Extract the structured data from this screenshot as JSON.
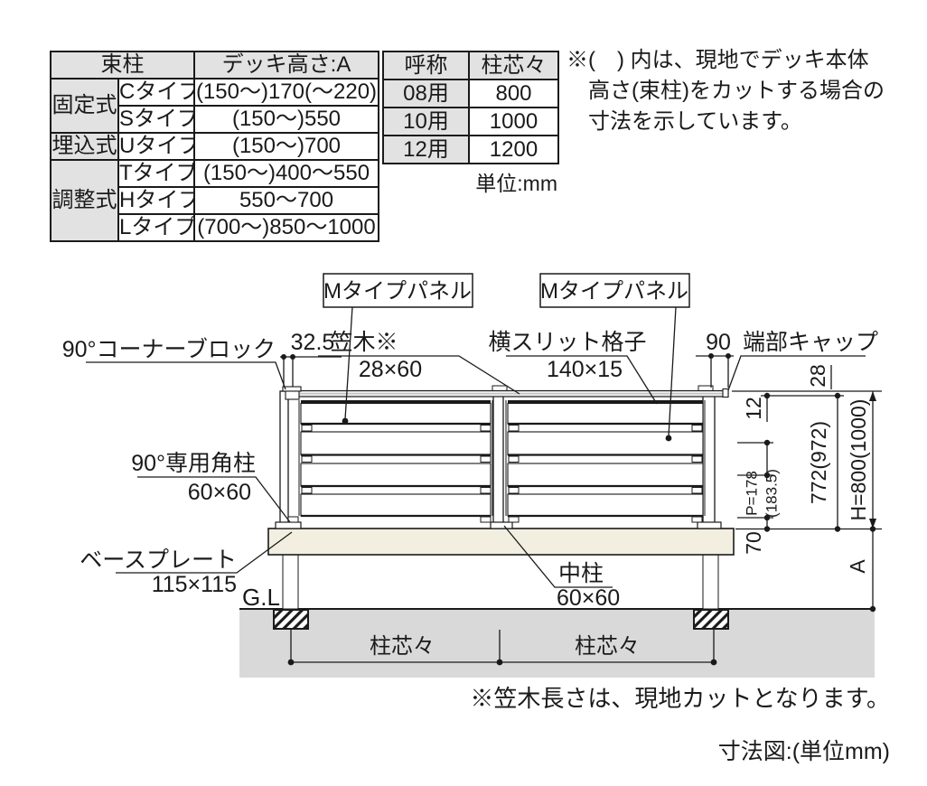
{
  "colors": {
    "line": "#1a1a1a",
    "table_header_bg": "#e2e2e2",
    "deck_fill": "#f2efe0",
    "ground_fill": "#d9d9d9"
  },
  "tables": {
    "post_table": {
      "header": {
        "col_group": "束柱",
        "col_value": "デッキ高さ:A"
      },
      "rows": [
        {
          "group": "固定式",
          "type": "Cタイプ",
          "value": "(150〜)170(〜220)"
        },
        {
          "type": "Sタイプ",
          "value": "(150〜)550"
        },
        {
          "group": "埋込式",
          "type": "Uタイプ",
          "value": "(150〜)700"
        },
        {
          "group": "調整式",
          "type": "Tタイプ",
          "value": "(150〜)400〜550"
        },
        {
          "type": "Hタイプ",
          "value": "550〜700"
        },
        {
          "type": "Lタイプ",
          "value": "(700〜)850〜1000"
        }
      ]
    },
    "pitch_table": {
      "header": {
        "col_name": "呼称",
        "col_value": "柱芯々"
      },
      "rows": [
        {
          "name": "08用",
          "value": "800"
        },
        {
          "name": "10用",
          "value": "1000"
        },
        {
          "name": "12用",
          "value": "1200"
        }
      ],
      "unit_note": "単位:mm"
    }
  },
  "top_note": {
    "line1": "※(　) 内は、現地でデッキ本体",
    "line2": "高さ(束柱)をカットする場合の",
    "line3": "寸法を示しています。"
  },
  "diagram": {
    "panel_label_1": "Mタイプパネル",
    "panel_label_2": "Mタイプパネル",
    "corner_block_label": "90°コーナーブロック",
    "dim_32_5": "32.5",
    "kasagi_label": "笠木※",
    "kasagi_size": "28×60",
    "yoko_label": "横スリット格子",
    "yoko_size": "140×15",
    "dim_90": "90",
    "end_cap_label": "端部キャップ",
    "dim_28": "28",
    "dim_12": "12",
    "dim_pitch": "P=178",
    "dim_pitch_paren": "(183.5)",
    "dim_70": "70",
    "dim_772": "772(972)",
    "dim_h": "H=800(1000)",
    "dim_a": "A",
    "kakubashira_label": "90°専用角柱",
    "kakubashira_size": "60×60",
    "baseplate_label": "ベースプレート",
    "baseplate_size": "115×115",
    "gl_label": "G.L",
    "nakabashira_label": "中柱",
    "nakabashira_size": "60×60",
    "span_label_1": "柱芯々",
    "span_label_2": "柱芯々"
  },
  "bottom_notes": {
    "kasagi_note": "※笠木長さは、現地カットとなります。",
    "caption": "寸法図:(単位mm)"
  }
}
